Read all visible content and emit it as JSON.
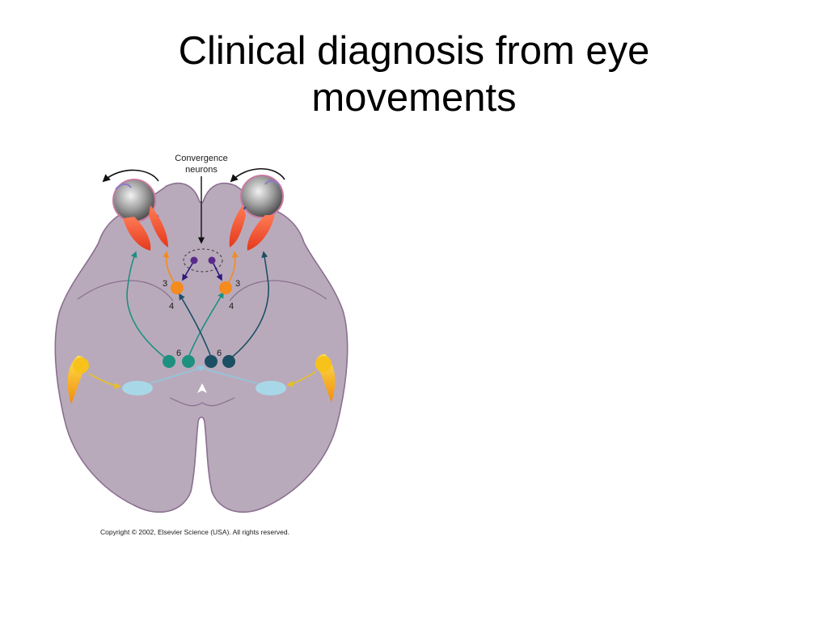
{
  "slide": {
    "title_line1": "Clinical diagnosis from eye",
    "title_line2": "movements"
  },
  "figure": {
    "convergence_label_line1": "Convergence",
    "convergence_label_line2": "neurons",
    "label_3": "3",
    "label_4": "4",
    "label_6": "6",
    "copyright": "Copyright © 2002, Elsevier Science (USA). All rights reserved."
  },
  "colors": {
    "brainstem": "#b9aabb",
    "brainstem_outline": "#8a6f8f",
    "muscle": "#f04a2a",
    "oculomotor_nucleus": "#f58a1e",
    "abducens_teal": "#1e9080",
    "abducens_dark": "#1b4f64",
    "vestibular": "#a8d8e8",
    "convergence_neuron": "#5a2a8a",
    "semicircular_canal": "#f7c21a"
  },
  "icons": {
    "eye_left": "eyeball-icon",
    "eye_right": "eyeball-icon",
    "pointer_down": "arrow-down-icon"
  }
}
